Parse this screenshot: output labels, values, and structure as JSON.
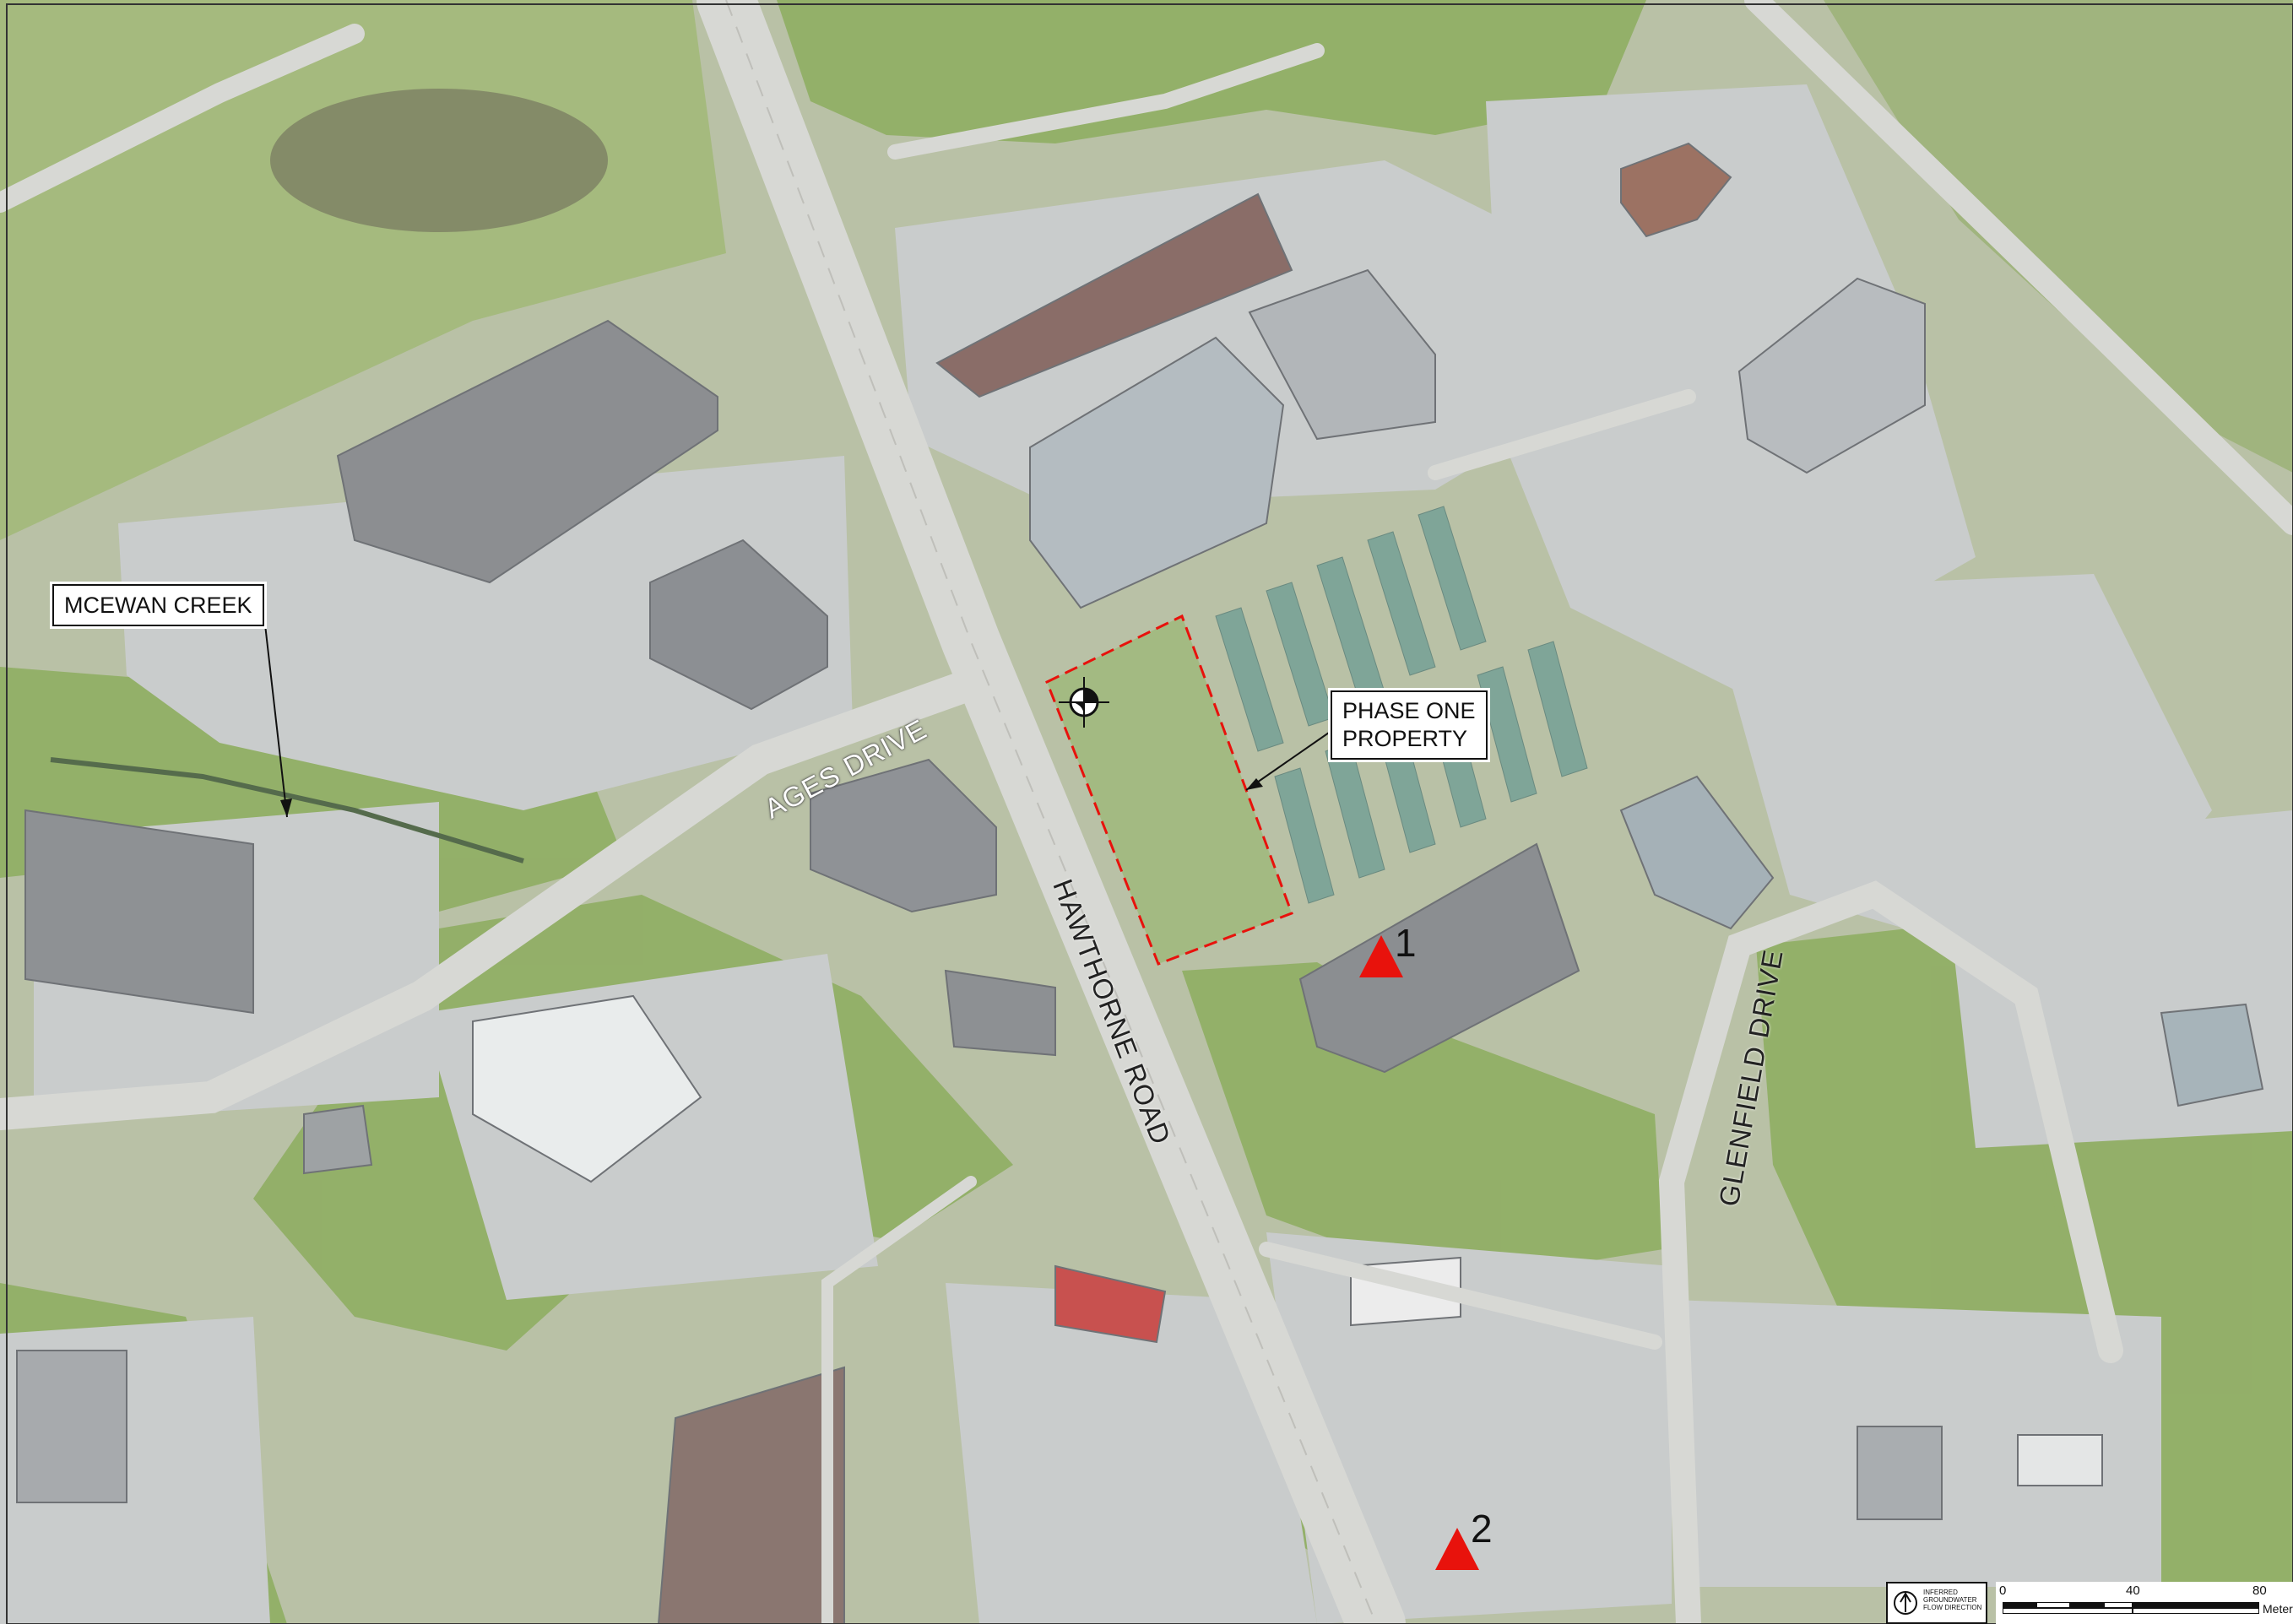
{
  "map": {
    "callouts": {
      "creek": "MCEWAN CREEK",
      "property_line1": "PHASE ONE",
      "property_line2": "PROPERTY"
    },
    "roads": {
      "ages": "AGES DRIVE",
      "hawthorne": "HAWTHORNE ROAD",
      "glenfield": "GLENFIELD DRIVE"
    },
    "markers": [
      {
        "label": "1",
        "color": "#e8120c"
      },
      {
        "label": "2",
        "color": "#e8120c"
      }
    ],
    "property_boundary_color": "#e8120c",
    "legend": {
      "icon": "groundwater-flow-icon",
      "line1": "INFERRED",
      "line2": "GROUNDWATER",
      "line3": "FLOW DIRECTION"
    },
    "scale_bar": {
      "ticks": [
        "0",
        "40",
        "80"
      ],
      "unit": "Meters"
    }
  }
}
